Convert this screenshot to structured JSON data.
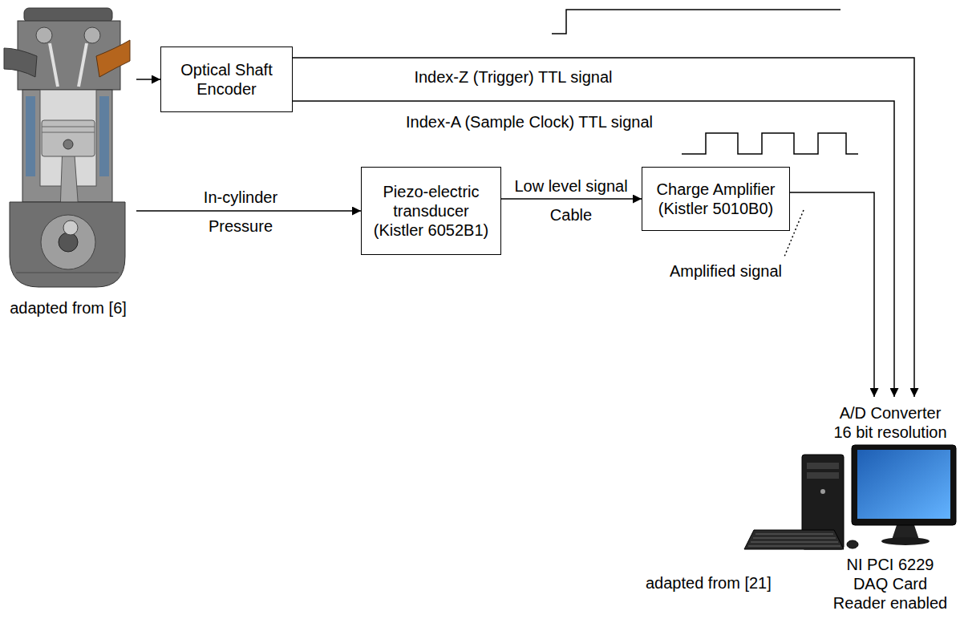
{
  "diagram": {
    "nodes": [
      {
        "text": [
          "adapted from [6]"
        ]
      },
      {
        "text": [
          "Optical Shaft Encoder"
        ]
      },
      {
        "text": [
          "Piezo-electric transducer (Kistler 6052B1)"
        ]
      },
      {
        "text": [
          "Charge Amplifier (Kistler 5010B0)"
        ]
      },
      {
        "text": [
          "A/D Converter 16 bit resolution",
          "adapted from [21]",
          "NI PCI 6229 DAQ Card Reader enabled"
        ]
      }
    ],
    "edges": [
      {
        "from": 0,
        "to": 1,
        "arrow": "to"
      },
      {
        "from": 1,
        "to": 4,
        "arrow": "to"
      },
      {
        "from": 1,
        "to": 4,
        "arrow": "to"
      },
      {
        "from": 0,
        "to": 2,
        "arrow": "to"
      },
      {
        "from": 2,
        "to": 3,
        "arrow": "to"
      },
      {
        "from": 3,
        "to": 4,
        "arrow": "to"
      }
    ],
    "labels": [
      "Index-Z (Trigger) TTL signal",
      "Index-A (Sample Clock) TTL signal",
      "In-cylinder",
      "Pressure",
      "Low level signal",
      "Cable",
      "Amplified signal"
    ]
  }
}
